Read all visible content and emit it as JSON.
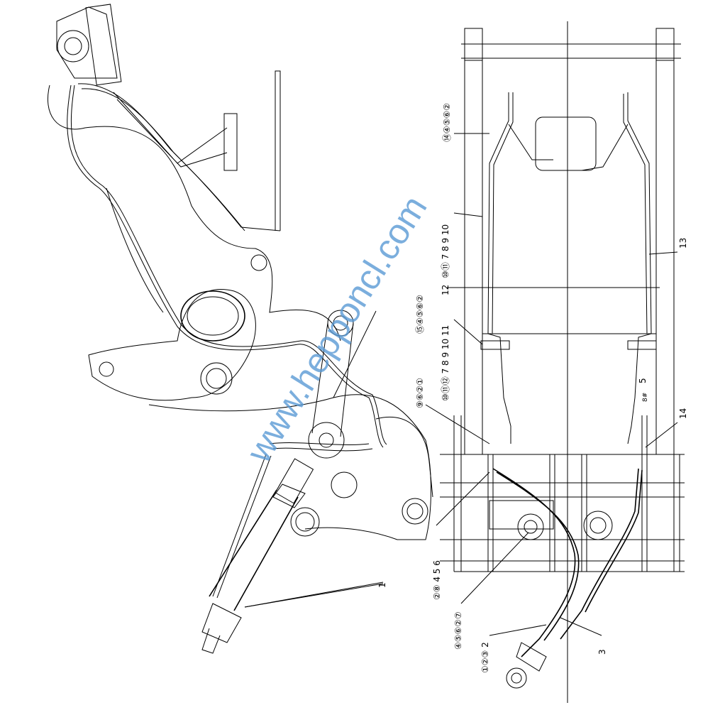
{
  "watermark": "www.hepponcl.com",
  "callouts": {
    "c14_4_5_6_2": "⑭④⑤⑥②",
    "c10_11_7_8_9_10": "⑩⑪ 7 8 9 10",
    "c12": "12",
    "c15_4_5_6_2": "⑮④⑤⑥②",
    "c10_11_12_7_8_9_10_11": "⑩⑪⑫ 7 8 9 10 11",
    "c9_6_2_1": "⑨⑥②①",
    "c2_8_4_5_6": "②⑧ 4 5 6",
    "c4_5_6_2_7": "④⑤⑥②⑦",
    "c1_2_3_2": "①②③ 2",
    "c3": "3",
    "c13": "13",
    "c14": "14",
    "c5": "5",
    "c8": "8#",
    "c1": "1"
  }
}
